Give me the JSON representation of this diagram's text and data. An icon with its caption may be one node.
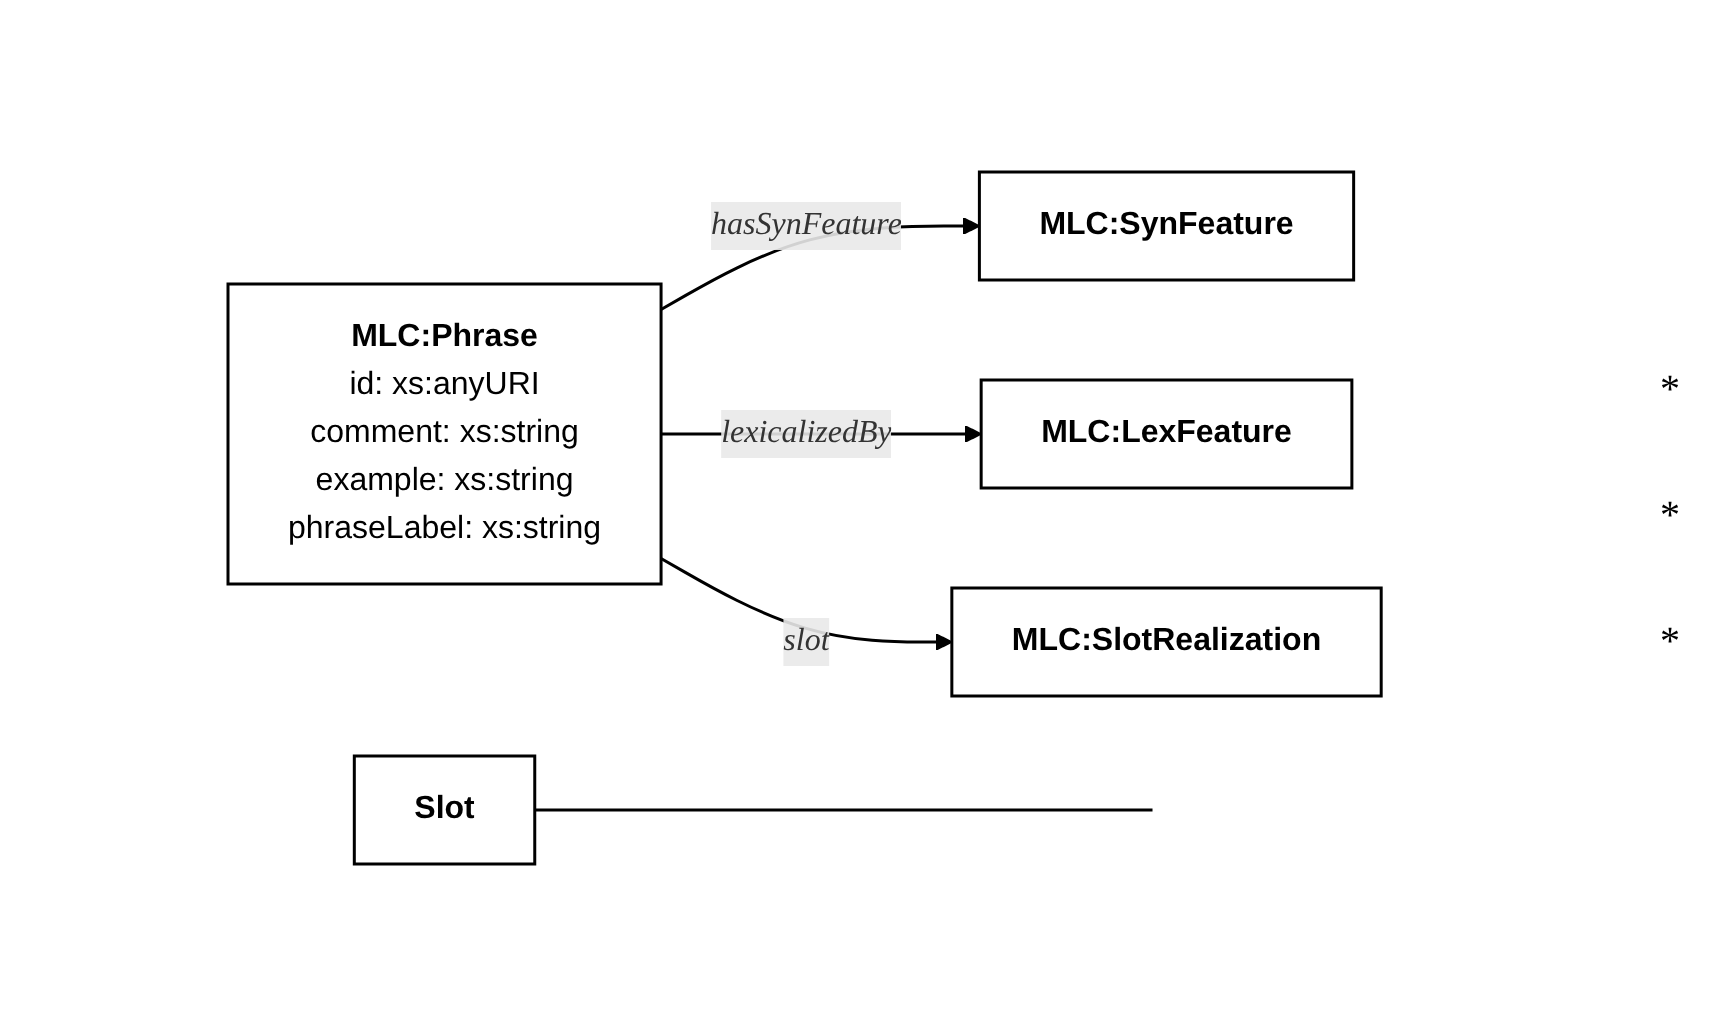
{
  "diagram": {
    "nodes": [
      {
        "text": [
          "MLC:Phrase",
          "id: xs:anyURI",
          "comment: xs:string",
          "example: xs:string",
          "phraseLabel: xs:string"
        ]
      },
      {
        "text": [
          "MLC:SynFeature"
        ]
      },
      {
        "text": [
          "MLC:LexFeature"
        ]
      },
      {
        "text": [
          "MLC:SlotRealization"
        ]
      },
      {
        "text": [
          "Slot"
        ]
      }
    ],
    "edges": [
      {
        "from": 0,
        "to": 1,
        "arrow": "to",
        "label": "hasSynFeature"
      },
      {
        "from": 0,
        "to": 2,
        "arrow": "to",
        "label": "lexicalizedBy"
      },
      {
        "from": 0,
        "to": 3,
        "arrow": "to",
        "label": "slot"
      },
      {
        "from": 4,
        "to": null,
        "arrow": "none"
      }
    ],
    "labels": [
      "*",
      "*",
      "*"
    ]
  }
}
